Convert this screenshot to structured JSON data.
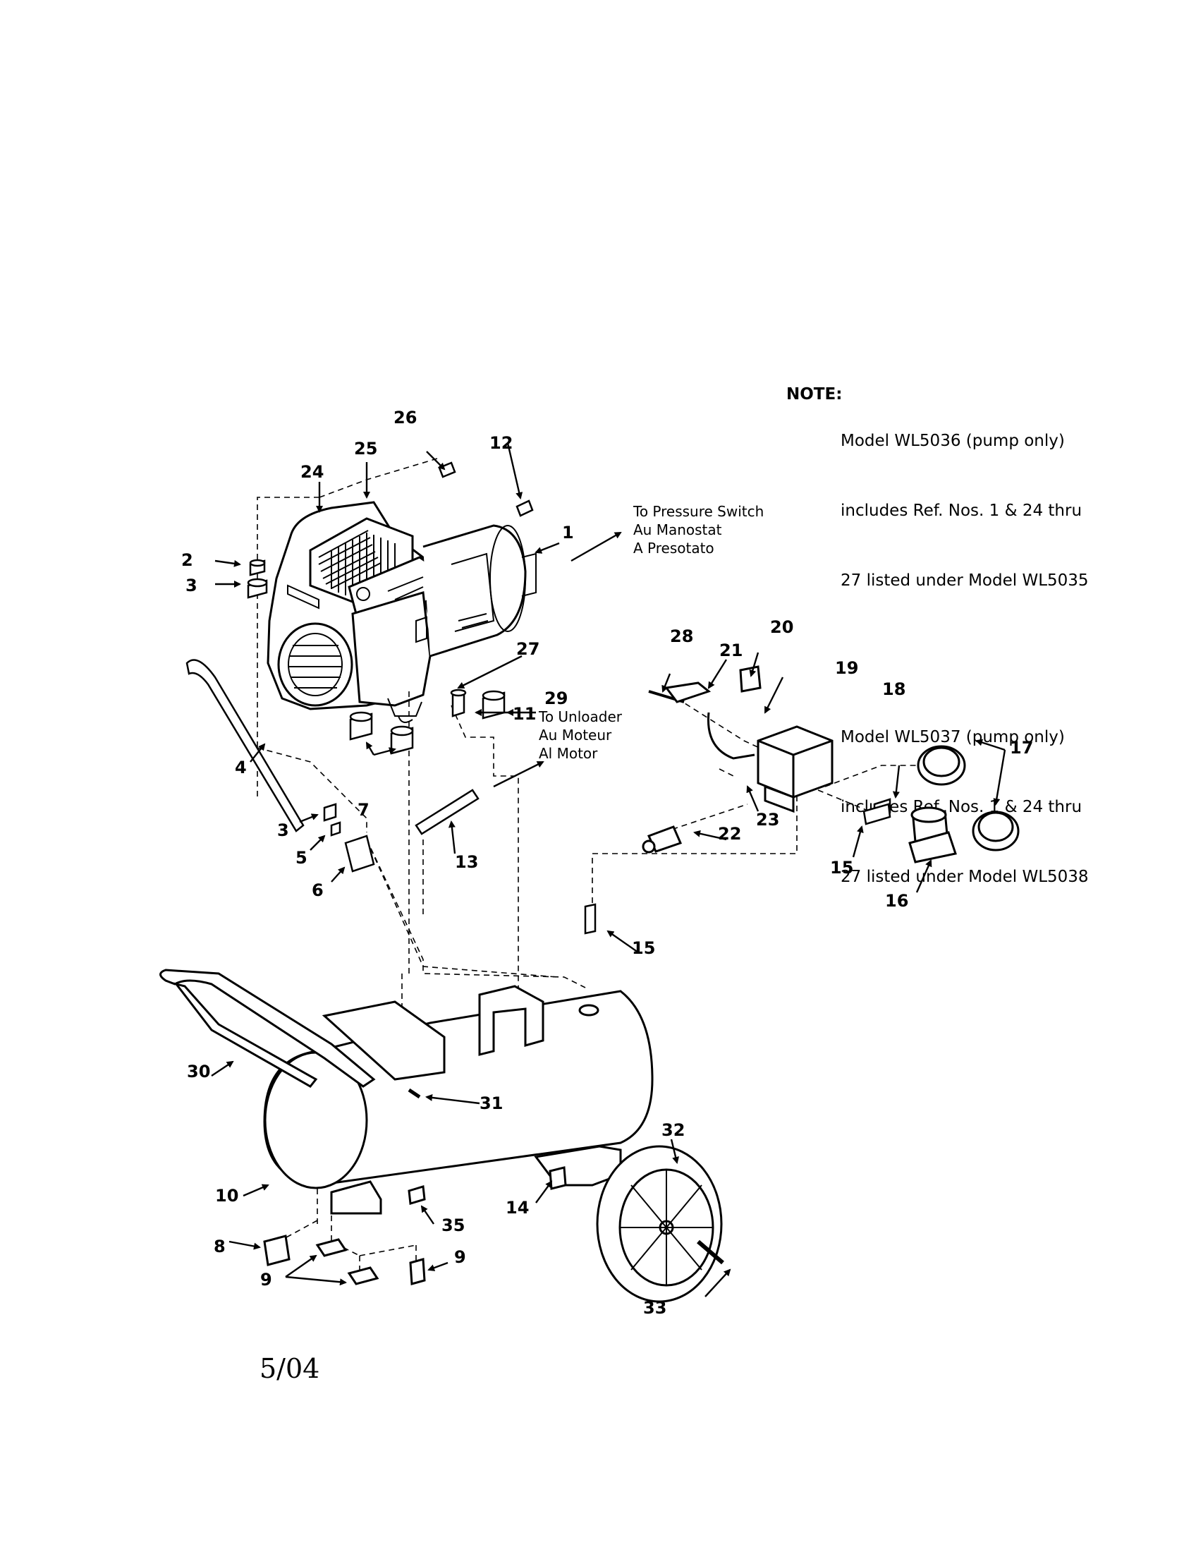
{
  "note": {
    "label": "NOTE:",
    "lines": [
      "Model WL5036 (pump only)",
      "includes Ref. Nos. 1 & 24 thru",
      "27 listed under Model WL5035",
      "",
      "Model WL5037 (pump only)",
      "includes Ref. Nos. 1 & 24 thru",
      "27 listed under Model WL5038"
    ]
  },
  "destinations": {
    "pressure_switch": [
      "To Pressure Switch",
      "Au Manostat",
      "A Presotato"
    ],
    "unloader": [
      "To Unloader",
      "Au Moteur",
      "Al Motor"
    ]
  },
  "callouts": [
    "1",
    "2",
    "3",
    "3",
    "4",
    "5",
    "6",
    "7",
    "8",
    "9",
    "9",
    "10",
    "11",
    "12",
    "13",
    "14",
    "15",
    "15",
    "16",
    "17",
    "18",
    "19",
    "20",
    "21",
    "22",
    "23",
    "24",
    "25",
    "26",
    "27",
    "28",
    "29",
    "30",
    "31",
    "32",
    "33",
    "35"
  ],
  "date_code": "5/04"
}
